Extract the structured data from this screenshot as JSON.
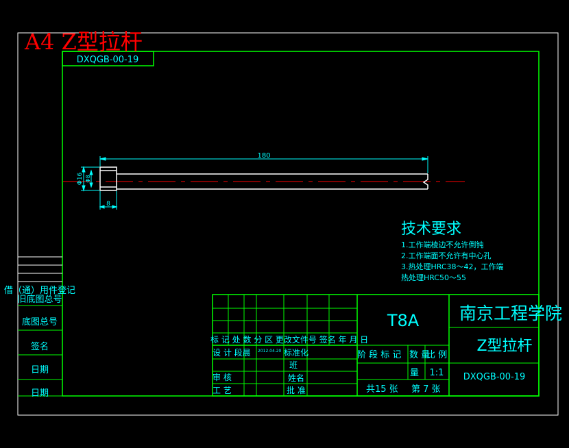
{
  "drawing": {
    "header_title": "A4  Z型拉杆",
    "drawing_number_top": "DXQGB-00-19",
    "dimensions": {
      "length": "180",
      "dia_left_outer": "Φ16",
      "dia_left_inner": "Φ8",
      "head_width": "8"
    }
  },
  "tech_requirements": {
    "title": "技术要求",
    "lines": [
      "1.工作端棱边不允许倒钝",
      "2.工作端面不允许有中心孔",
      "3.热处理HRC38～42，工作端",
      "热处理HRC50～55"
    ]
  },
  "left_stamp": {
    "labels": [
      "借（通）用件登记",
      "旧底图总号",
      "底图总号",
      "签名",
      "日期",
      "日期"
    ]
  },
  "title_block": {
    "material": "T8A",
    "school": "南京工程学院",
    "part_name": "Z型拉杆",
    "drawing_number": "DXQGB-00-19",
    "rev_header": "标 记 处 数 分 区 更改文件号 签名 年 月 日",
    "design_row": "设 计 段晨",
    "design_date": "2012.04.20",
    "standardized": "标准化",
    "stage_header": "阶 段 标 记",
    "weight": "数 量",
    "scale_label": "比 例",
    "quantity": "量",
    "scale_value": "1:1",
    "review": "审 核",
    "process": "工 艺",
    "approve": "批 准",
    "class": "班",
    "name": "姓名",
    "sheets_total": "共15 张",
    "sheet_no": "第 7 张"
  },
  "colors": {
    "frame_green": "#00ff00",
    "text_cyan": "#00ffff",
    "header_red": "#ff0000",
    "outline_white": "#ffffff"
  }
}
